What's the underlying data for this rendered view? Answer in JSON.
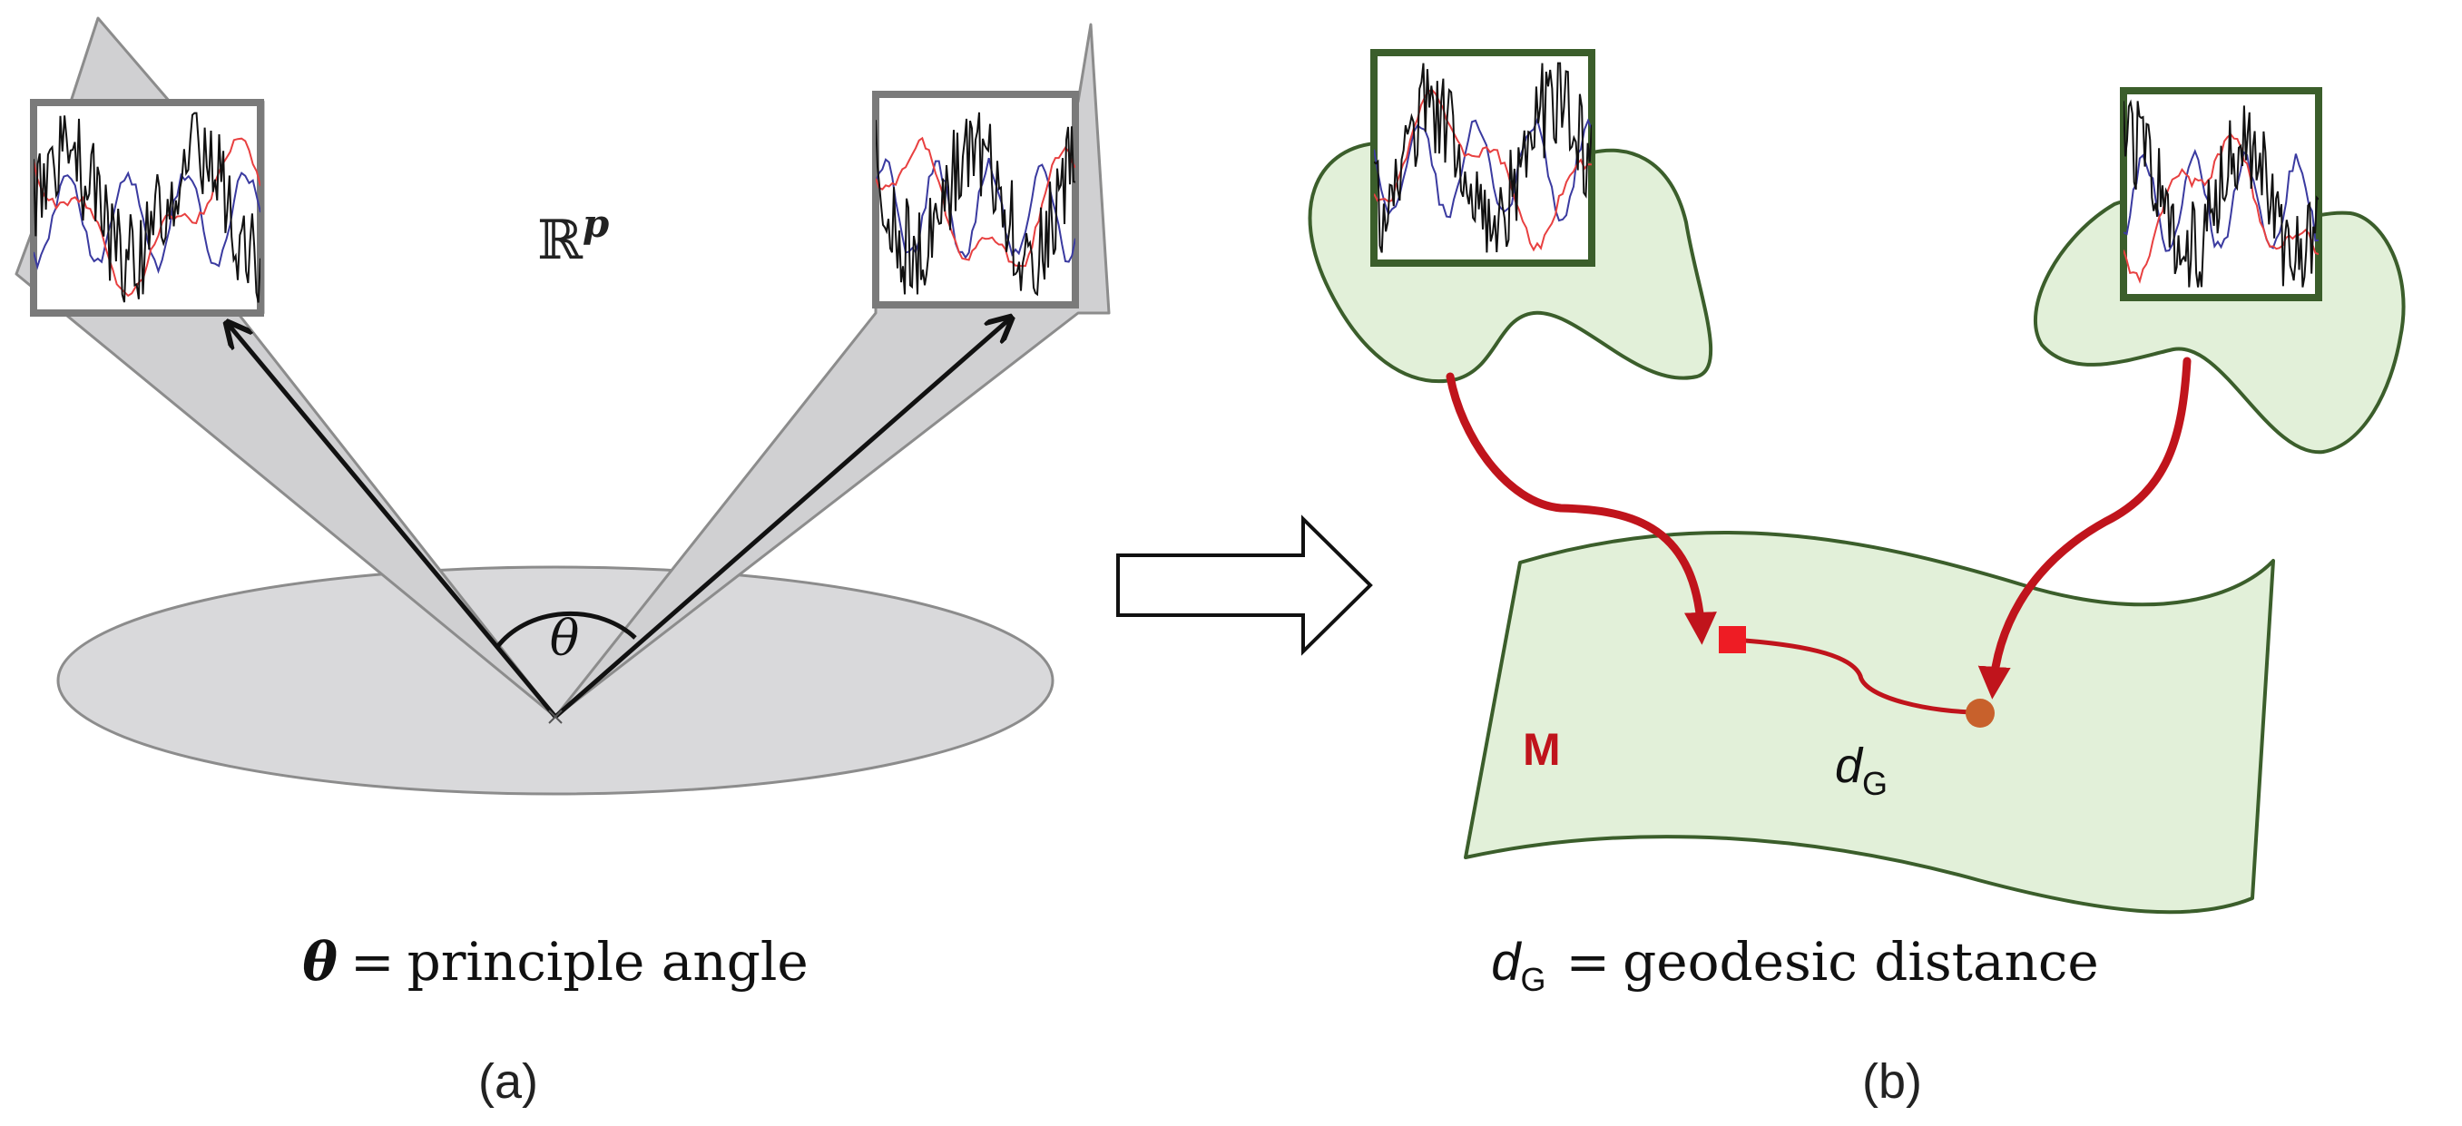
{
  "panel_a": {
    "space_symbol": "ℝ",
    "space_exponent": "p",
    "angle_symbol": "θ",
    "caption_symbol": "θ",
    "caption_equals": "=",
    "caption_text": "principle angle",
    "panel_label": "(a)"
  },
  "panel_b": {
    "manifold_label": "M",
    "distance_symbol": "d",
    "distance_subscript": "G",
    "caption_symbol": "d",
    "caption_subscript": "G",
    "caption_equals": "=",
    "caption_text": "geodesic distance",
    "panel_label": "(b)"
  },
  "colors": {
    "plane_fill": "#d9d9db",
    "plane_stroke": "#8c8c8c",
    "frame_gray": "#7a7a7a",
    "frame_green": "#3b5e2b",
    "manifold_fill": "#e2f0d9",
    "manifold_stroke": "#3b5e2b",
    "geodesic_red": "#c0141c",
    "start_marker": "#ee1c24",
    "end_marker": "#c8612c",
    "signal_black": "#111111",
    "signal_red": "#e84040",
    "signal_blue": "#3a3aa0"
  }
}
